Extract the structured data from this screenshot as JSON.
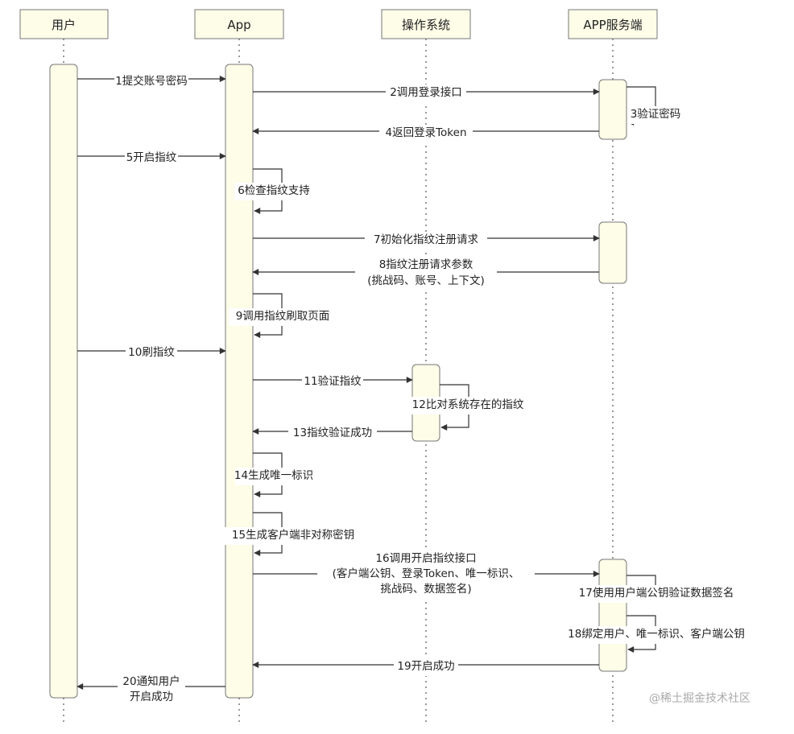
{
  "participants": [
    {
      "id": "user",
      "label": "用户"
    },
    {
      "id": "app",
      "label": "App"
    },
    {
      "id": "os",
      "label": "操作系统"
    },
    {
      "id": "server",
      "label": "APP服务端"
    }
  ],
  "messages": [
    {
      "id": "m1",
      "lines": [
        "1提交账号密码"
      ]
    },
    {
      "id": "m2",
      "lines": [
        "2调用登录接口"
      ]
    },
    {
      "id": "m3",
      "lines": [
        "3验证密码"
      ]
    },
    {
      "id": "m4",
      "lines": [
        "4返回登录Token"
      ]
    },
    {
      "id": "m5",
      "lines": [
        "5开启指纹"
      ]
    },
    {
      "id": "m6",
      "lines": [
        "6检查指纹支持"
      ]
    },
    {
      "id": "m7",
      "lines": [
        "7初始化指纹注册请求"
      ]
    },
    {
      "id": "m8",
      "lines": [
        "8指纹注册请求参数",
        "(挑战码、账号、上下文)"
      ]
    },
    {
      "id": "m9",
      "lines": [
        "9调用指纹刷取页面"
      ]
    },
    {
      "id": "m10",
      "lines": [
        "10刷指纹"
      ]
    },
    {
      "id": "m11",
      "lines": [
        "11验证指纹"
      ]
    },
    {
      "id": "m12",
      "lines": [
        "12比对系统存在的指纹"
      ]
    },
    {
      "id": "m13",
      "lines": [
        "13指纹验证成功"
      ]
    },
    {
      "id": "m14",
      "lines": [
        "14生成唯一标识"
      ]
    },
    {
      "id": "m15",
      "lines": [
        "15生成客户端非对称密钥"
      ]
    },
    {
      "id": "m16",
      "lines": [
        "16调用开启指纹接口",
        "(客户端公钥、登录Token、唯一标识、",
        "挑战码、数据签名)"
      ]
    },
    {
      "id": "m17",
      "lines": [
        "17使用用户端公钥验证数据签名"
      ]
    },
    {
      "id": "m18",
      "lines": [
        "18绑定用户、唯一标识、客户端公钥"
      ]
    },
    {
      "id": "m19",
      "lines": [
        "19开启成功"
      ]
    },
    {
      "id": "m20",
      "lines": [
        "20通知用户",
        "开启成功"
      ]
    }
  ],
  "watermark": "@稀土掘金技术社区",
  "colors": {
    "box_fill": "#fdfde8",
    "box_stroke": "#777777",
    "line": "#333333",
    "text": "#222222",
    "watermark": "#aaaaaa"
  }
}
